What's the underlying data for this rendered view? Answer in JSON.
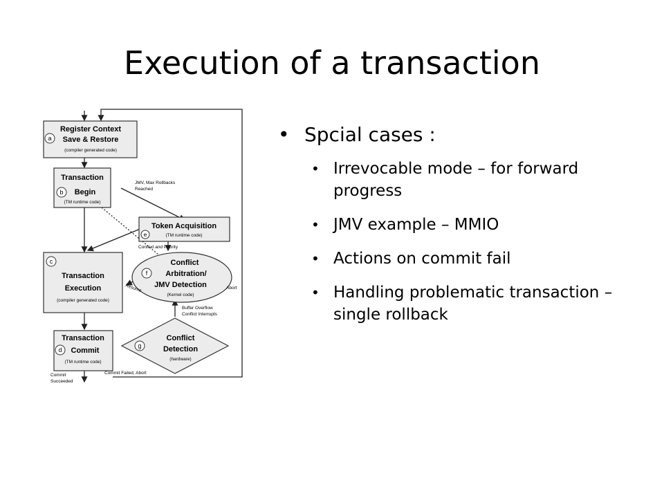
{
  "slide": {
    "title": "Execution of a transaction"
  },
  "bullets": {
    "heading": "Spcial cases :",
    "items": [
      "Irrevocable mode – for forward progress",
      "JMV example – MMIO",
      "Actions on commit fail",
      "Handling problematic transaction – single rollback"
    ]
  },
  "diagram": {
    "box_a": {
      "marker": "a",
      "line1": "Register Context",
      "line2": "Save & Restore",
      "sub": "(compiler generated code)"
    },
    "box_b": {
      "marker": "b",
      "line1": "Transaction",
      "line2": "Begin",
      "sub": "(TM runtime code)"
    },
    "box_e": {
      "marker": "e",
      "line1": "Token Acquisition",
      "sub": "(TM runtime code)"
    },
    "box_c": {
      "marker": "c",
      "line1": "Transaction",
      "line2": "Execution",
      "sub": "(compiler generated code)"
    },
    "ellipse_f": {
      "marker": "f",
      "line1": "Conflict",
      "line2": "Arbitration/",
      "line3": "JMV Detection",
      "sub": "(Kernel code)"
    },
    "box_d": {
      "marker": "d",
      "line1": "Transaction",
      "line2": "Commit",
      "sub": "(TM runtime code)"
    },
    "diamond_g": {
      "marker": "g",
      "line1": "Conflict",
      "line2": "Detection",
      "sub": "(hardware)"
    },
    "labels": {
      "jmv_max_1": "JMV, Max Rollbacks",
      "jmv_max_2": "Reached",
      "context_priority": "Context and Priority",
      "resume": "Resume",
      "abort": "Abort",
      "buffer_overflow": "Buffer Overflow",
      "conflict_interrupts": "Conflict Interrupts",
      "commit_succeeded_1": "Commit",
      "commit_succeeded_2": "Succeeded",
      "commit_failed": "Commit Failed, Abort"
    }
  }
}
